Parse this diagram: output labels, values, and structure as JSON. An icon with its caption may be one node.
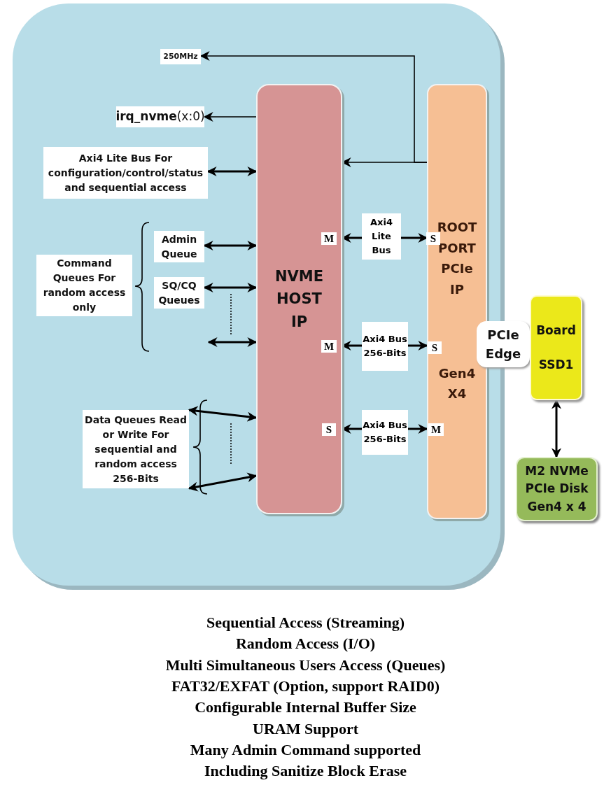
{
  "diagram": {
    "nodes": [
      {
        "text": [],
        "shape": "box"
      },
      {
        "text": [
          "250MHz"
        ],
        "in": 0
      },
      {
        "text": [
          "**irq_nvme**(x:0)"
        ],
        "in": 0
      },
      {
        "text": [
          "Axi4 Lite Bus For configuration/control/status and sequential access"
        ],
        "in": 0
      },
      {
        "text": [
          "Command Queues For random access only"
        ],
        "in": 0
      },
      {
        "text": [
          "Admin Queue"
        ],
        "in": 0
      },
      {
        "text": [
          "SQ/CQ Queues"
        ],
        "in": 0
      },
      {
        "text": [
          "Data Queues Read or Write For sequential and random access 256-Bits"
        ],
        "in": 0
      },
      {
        "text": [
          "NVME HOST IP"
        ],
        "in": 0
      },
      {
        "text": [
          "ROOT PORT PCIe IP",
          "Gen4 X4"
        ],
        "in": 0
      },
      {
        "text": [
          "PCIe Edge"
        ]
      },
      {
        "text": [
          "Board",
          "SSD1"
        ]
      },
      {
        "text": [
          "M2 NVMe PCIe Disk Gen4 x 4"
        ]
      }
    ],
    "edges": [
      {
        "from": 9,
        "to": 1,
        "arrow": "to"
      },
      {
        "from": 9,
        "to": 8,
        "arrow": "to"
      },
      {
        "from": 8,
        "to": 2,
        "arrow": "to"
      },
      {
        "from": 3,
        "to": 8,
        "arrow": "both"
      },
      {
        "from": 5,
        "to": 8,
        "arrow": "both"
      },
      {
        "from": 6,
        "to": 8,
        "arrow": "both"
      },
      {
        "from": null,
        "to": 8,
        "arrow": "both"
      },
      {
        "from": 7,
        "to": 8,
        "arrow": "both"
      },
      {
        "from": 7,
        "to": 8,
        "arrow": "both"
      },
      {
        "from": 8,
        "to": 9,
        "arrow": "both",
        "label": "Axi4 Lite Bus"
      },
      {
        "from": 8,
        "to": 9,
        "arrow": "both",
        "label": "Axi4 Bus 256-Bits"
      },
      {
        "from": 8,
        "to": 9,
        "arrow": "both",
        "label": "Axi4 Bus 256-Bits"
      },
      {
        "from": 11,
        "to": 12,
        "arrow": "both"
      }
    ],
    "labels": [
      "M",
      "S",
      "M",
      "S",
      "S",
      "M",
      "Sequential Access (Streaming)",
      "Random Access (I/O)",
      "Multi Simultaneous Users Access (Queues)",
      "FAT32/EXFAT (Option, support RAID0)",
      "Configurable Internal Buffer Size",
      "URAM Support",
      "Many Admin Command supported",
      "Including Sanitize Block Erase"
    ]
  }
}
